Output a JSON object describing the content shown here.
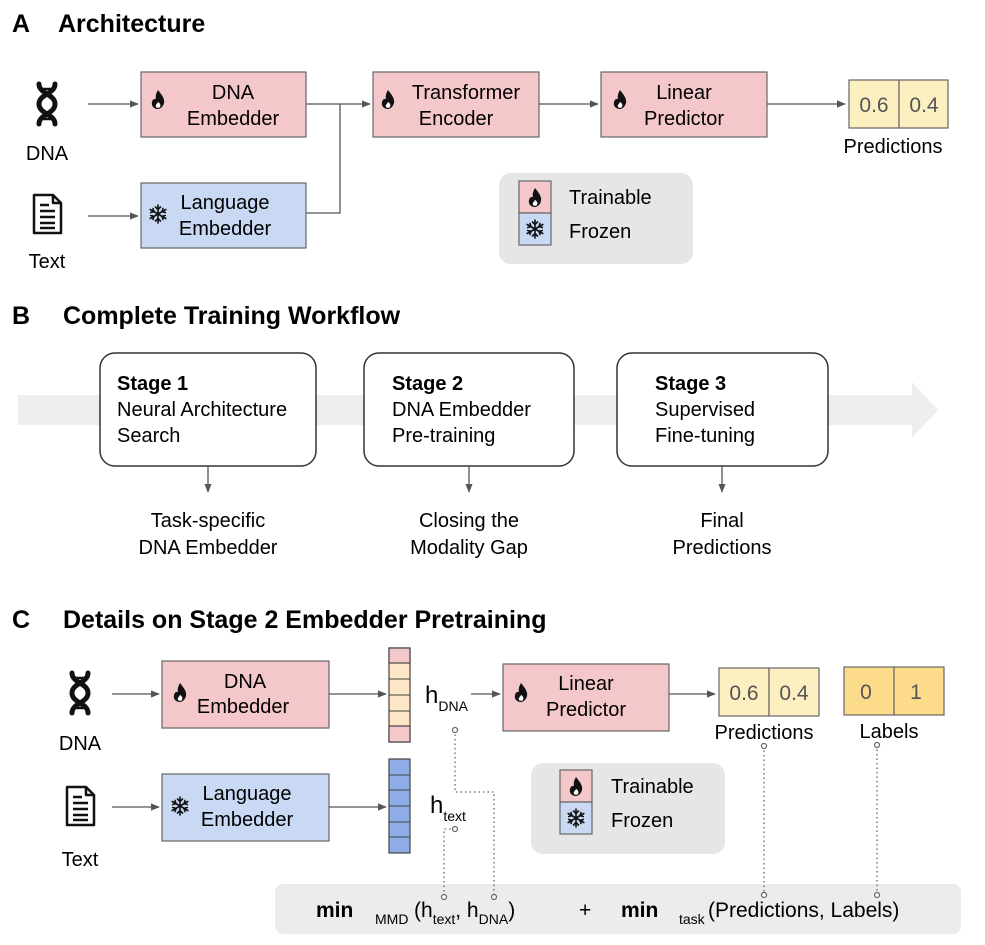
{
  "colors": {
    "trainable_fill": "#f4c7cb",
    "frozen_fill": "#c9d9f4",
    "prediction_fill": "#fcefc0",
    "label_fill": "#fcdc8a",
    "legend_bg": "#e6e6e6",
    "equation_bg": "#ececec",
    "stage_arrow": "#eeeeee",
    "line": "#555555"
  },
  "section_a": {
    "letter": "A",
    "title": "Architecture",
    "inputs": {
      "dna": "DNA",
      "text": "Text"
    },
    "dna_embedder": {
      "line1": "DNA",
      "line2": "Embedder"
    },
    "language_embedder": {
      "line1": "Language",
      "line2": "Embedder"
    },
    "transformer_encoder": {
      "line1": "Transformer",
      "line2": "Encoder"
    },
    "linear_predictor": {
      "line1": "Linear",
      "line2": "Predictor"
    },
    "predictions": {
      "values": [
        "0.6",
        "0.4"
      ],
      "label": "Predictions"
    },
    "legend": {
      "trainable": "Trainable",
      "frozen": "Frozen"
    }
  },
  "section_b": {
    "letter": "B",
    "title": "Complete Training Workflow",
    "stages": [
      {
        "title": "Stage 1",
        "line1": "Neural Architecture",
        "line2": "Search",
        "out1": "Task-specific",
        "out2": "DNA Embedder"
      },
      {
        "title": "Stage 2",
        "line1": "DNA Embedder",
        "line2": "Pre-training",
        "out1": "Closing the",
        "out2": "Modality Gap"
      },
      {
        "title": "Stage 3",
        "line1": "Supervised",
        "line2": "Fine-tuning",
        "out1": "Final",
        "out2": "Predictions"
      }
    ]
  },
  "section_c": {
    "letter": "C",
    "title": "Details on Stage 2 Embedder Pretraining",
    "inputs": {
      "dna": "DNA",
      "text": "Text"
    },
    "dna_embedder": {
      "line1": "DNA",
      "line2": "Embedder"
    },
    "language_embedder": {
      "line1": "Language",
      "line2": "Embedder"
    },
    "linear_predictor": {
      "line1": "Linear",
      "line2": "Predictor"
    },
    "h_dna": {
      "base": "h",
      "sub": "DNA"
    },
    "h_text": {
      "base": "h",
      "sub": "text"
    },
    "predictions": {
      "values": [
        "0.6",
        "0.4"
      ],
      "label": "Predictions"
    },
    "labels": {
      "values": [
        "0",
        "1"
      ],
      "label": "Labels"
    },
    "legend": {
      "trainable": "Trainable",
      "frozen": "Frozen"
    },
    "equation": {
      "min1": "min",
      "sub1": "MMD",
      "args1_open": "(h",
      "args1_s1": "text",
      "args1_mid": ",  h",
      "args1_s2": "DNA",
      "args1_close": ")",
      "plus": "+",
      "min2": "min",
      "sub2": "task",
      "args2": "(Predictions,  Labels)"
    }
  }
}
